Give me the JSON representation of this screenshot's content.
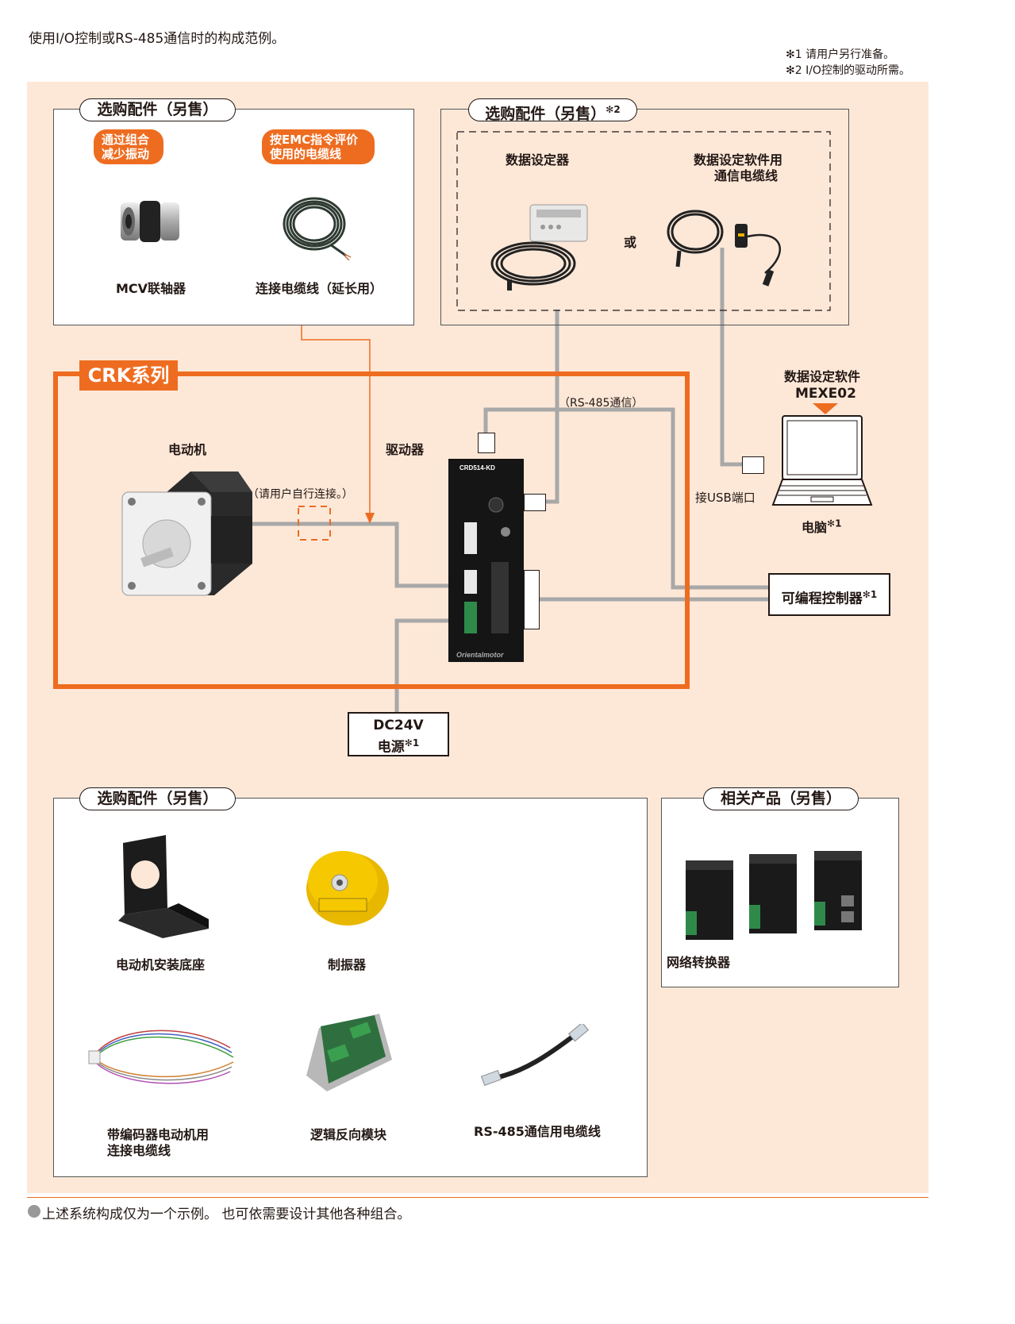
{
  "header": {
    "intro": "使用I/O控制或RS-485通信时的构成范例。",
    "note1": "✻1 请用户另行准备。",
    "note2": "✻2 I/O控制的驱动所需。"
  },
  "colors": {
    "accent": "#ee6c20",
    "background": "#fde8d8",
    "line": "#a0a0a0"
  },
  "panel_accessories_top": {
    "title": "选购配件（另售）",
    "tag1": "通过组合\n减少振动",
    "tag2": "按EMC指令评价\n使用的电缆线",
    "item1": "MCV联轴器",
    "item2": "连接电缆线（延长用）"
  },
  "panel_accessories_data": {
    "title": "选购配件（另售）",
    "title_sup": "✻2",
    "item1": "数据设定器",
    "item2_line1": "数据设定软件用",
    "item2_line2": "通信电缆线",
    "or": "或"
  },
  "software": {
    "line1": "数据设定软件",
    "line2": "MEXE02"
  },
  "pc": {
    "label": "电脑",
    "sup": "✻1"
  },
  "usb_label": "接USB端口",
  "crk": {
    "title": "CRK系列",
    "motor": "电动机",
    "driver": "驱动器",
    "user_connect": "（请用户自行连接。）",
    "rs485": "（RS-485通信）",
    "driver_model": "CRD514-KD",
    "brand": "Orientalmotor"
  },
  "plc": {
    "label": "可编程控制器",
    "sup": "✻1"
  },
  "power": {
    "line1": "DC24V",
    "line2": "电源",
    "sup": "✻1"
  },
  "panel_accessories_bottom": {
    "title": "选购配件（另售）",
    "item1": "电动机安装底座",
    "item2": "制振器",
    "item3_line1": "带编码器电动机用",
    "item3_line2": "连接电缆线",
    "item4": "逻辑反向模块",
    "item5": "RS-485通信用电缆线"
  },
  "panel_related": {
    "title": "相关产品（另售）",
    "item1": "网络转换器"
  },
  "footer": {
    "note": "上述系统构成仅为一个示例。 也可依需要设计其他各种组合。"
  }
}
